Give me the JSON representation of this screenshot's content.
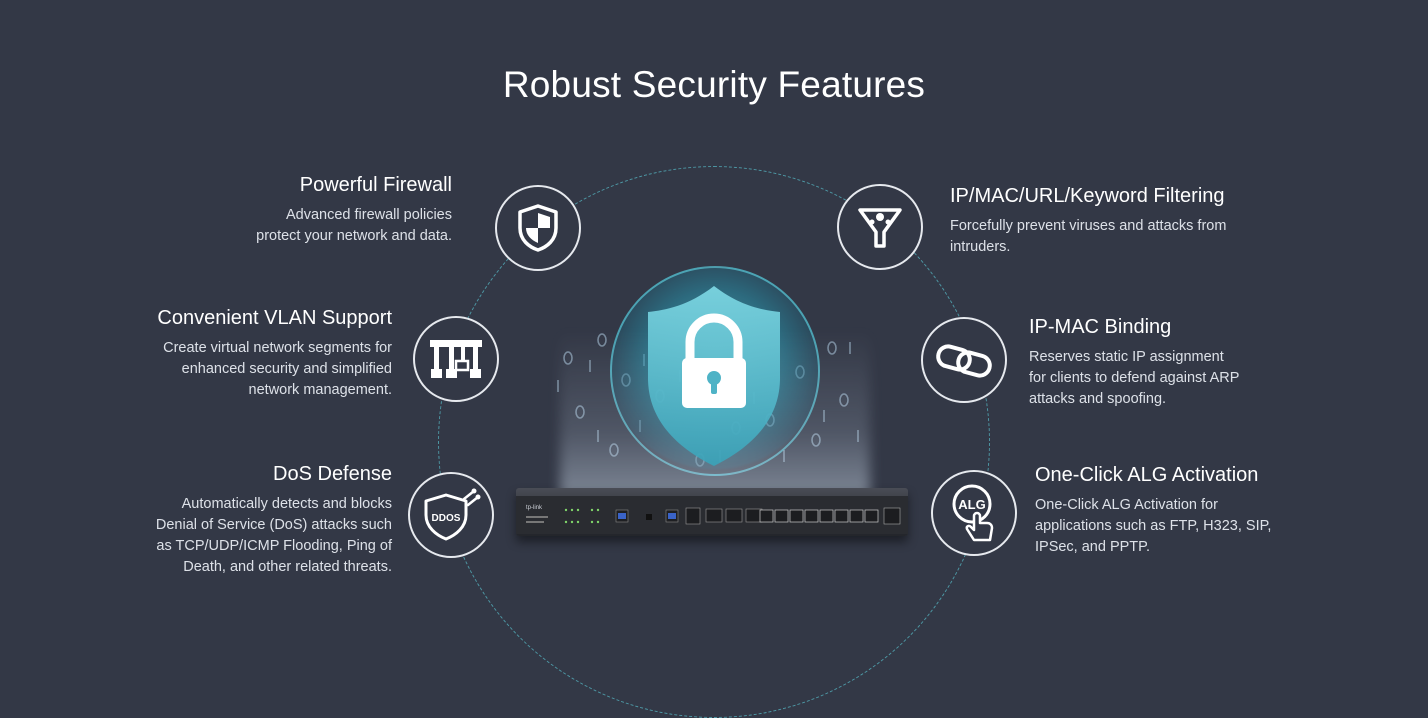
{
  "page": {
    "title": "Robust Security Features"
  },
  "colors": {
    "background": "#333846",
    "accent_teal": "#4d97a4",
    "shield": "#5fc8d6",
    "text": "#ffffff"
  },
  "device": {
    "brand": "tp-link"
  },
  "features_left": [
    {
      "title": "Powerful Firewall",
      "icon": "shield-icon",
      "description": [
        "Advanced firewall policies",
        "protect your network and data."
      ]
    },
    {
      "title": "Convenient VLAN Support",
      "icon": "vlan-network-icon",
      "description": [
        "Create virtual network segments for",
        "enhanced security and simplified",
        "network management."
      ]
    },
    {
      "title": "DoS Defense",
      "icon": "ddos-shield-icon",
      "icon_label": "DDOS",
      "description": [
        "Automatically detects and blocks",
        "Denial of Service (DoS) attacks such",
        "as TCP/UDP/ICMP Flooding, Ping of",
        "Death, and other related threats."
      ]
    }
  ],
  "features_right": [
    {
      "title": "IP/MAC/URL/Keyword Filtering",
      "icon": "filter-funnel-icon",
      "description": [
        "Forcefully prevent viruses and attacks from",
        "intruders."
      ]
    },
    {
      "title": "IP-MAC Binding",
      "icon": "chain-link-icon",
      "description": [
        "Reserves static IP assignment",
        "for clients to defend against ARP",
        "attacks and spoofing."
      ]
    },
    {
      "title": "One-Click ALG Activation",
      "icon": "alg-touch-icon",
      "icon_label": "ALG",
      "description": [
        "One-Click ALG Activation for",
        "applications such as FTP, H323, SIP,",
        "IPSec, and PPTP."
      ]
    }
  ]
}
